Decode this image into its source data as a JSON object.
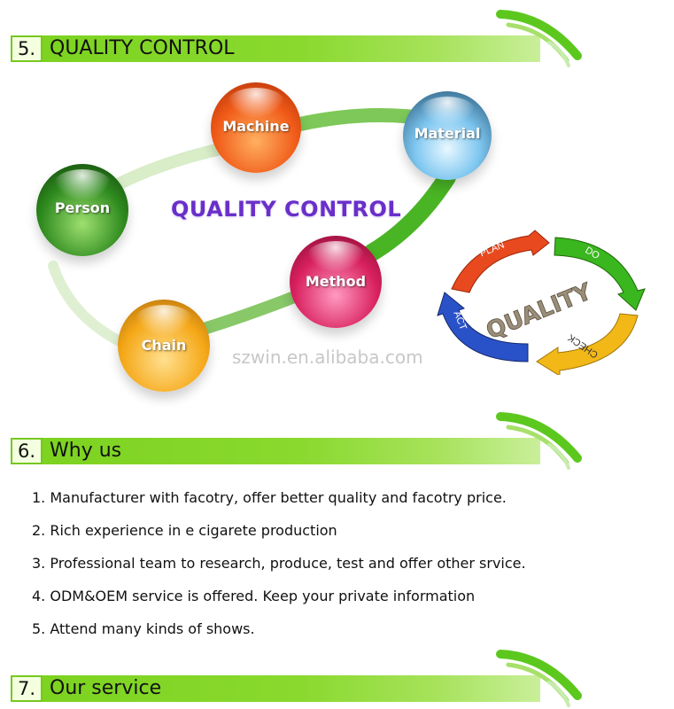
{
  "sections": [
    {
      "number": "5.",
      "title": "QUALITY CONTROL"
    },
    {
      "number": "6.",
      "title": "Why us"
    },
    {
      "number": "7.",
      "title": "Our service"
    }
  ],
  "quality_diagram": {
    "center_title": "QUALITY CONTROL",
    "nodes": [
      "Machine",
      "Material",
      "Person",
      "Method",
      "Chain"
    ],
    "colors": {
      "machine": "#f05a18",
      "material": "#7ec6f0",
      "person": "#2e8a1e",
      "method": "#d8205e",
      "chain": "#f5a818"
    }
  },
  "pdca": {
    "center": "QUALITY",
    "steps": [
      "PLAN",
      "DO",
      "CHECK",
      "ACT"
    ],
    "colors": {
      "plan": "#e8491e",
      "do": "#3ab61e",
      "check": "#f2b818",
      "act": "#2a52c8"
    }
  },
  "watermark": "szwin.en.alibaba.com",
  "why_us": [
    "1. Manufacturer with facotry, offer better quality and facotry price.",
    "2. Rich experience in e cigarete production",
    "3. Professional team to research, produce, test and offer other srvice.",
    "4. ODM&OEM service is offered. Keep your private information",
    "5. Attend many kinds of shows."
  ]
}
